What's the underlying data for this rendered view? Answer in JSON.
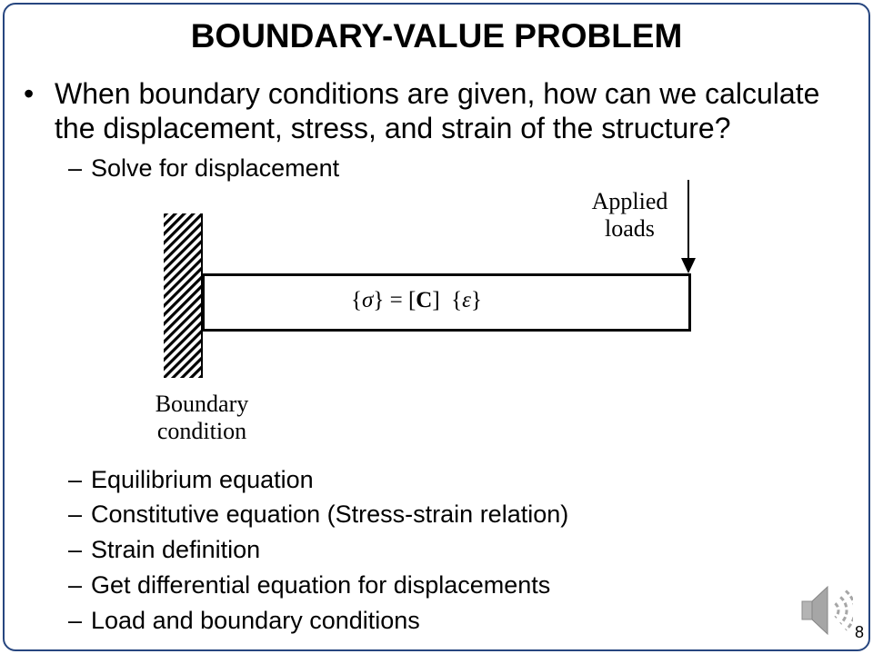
{
  "slide": {
    "title": "BOUNDARY-VALUE PROBLEM",
    "page_number": "8",
    "frame_color": "#27467F"
  },
  "main_bullet": {
    "marker": "•",
    "lines": [
      "When boundary conditions are given, how can we calculate",
      "the displacement, stress, and strain of the structure?"
    ]
  },
  "sub_marker": "–",
  "sub_bullets_top": [
    "Solve for displacement"
  ],
  "diagram": {
    "formula": [
      "{",
      "σ",
      "} = [",
      "C",
      "]  {",
      "ε",
      "}"
    ],
    "load_label": [
      "Applied",
      "loads"
    ],
    "boundary_label": [
      "Boundary",
      "condition"
    ]
  },
  "sub_bullets_bottom": [
    "Equilibrium equation",
    "Constitutive equation (Stress-strain relation)",
    "Strain definition",
    "Get differential equation for displacements",
    "Load and boundary conditions"
  ],
  "icons": {
    "audio": "speaker-icon"
  }
}
